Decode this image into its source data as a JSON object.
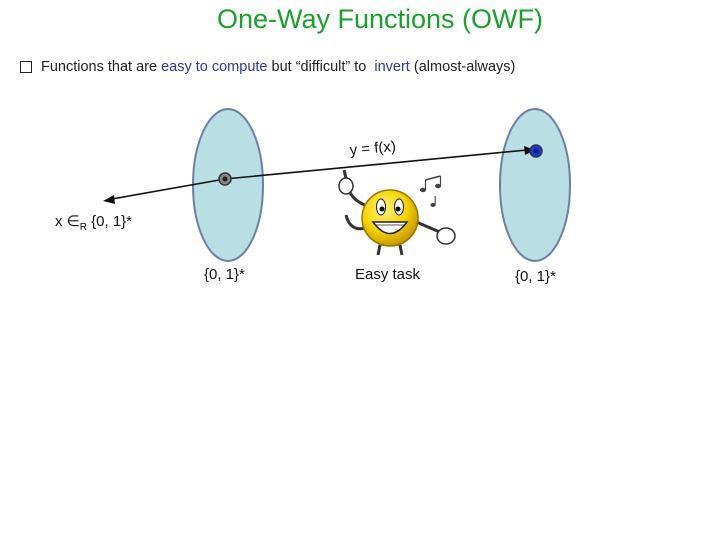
{
  "slide": {
    "title": "One-Way Functions (OWF)",
    "bullet": {
      "part1": "Functions that are ",
      "easy": "easy to compute",
      "part2": " but “difficult” to ",
      "invert": "invert",
      "part3": " (almost-always)"
    }
  },
  "diagram": {
    "arrow_label": "y = f(x)",
    "input_label": "x ∈",
    "input_sub": "R",
    "input_set": " {0, 1}*",
    "domain_label": "{0, 1}*",
    "range_label": "{0, 1}*",
    "easy_label": "Easy task",
    "colors": {
      "ellipse_fill": "#b9dfe4",
      "ellipse_stroke": "#6b7fa8",
      "title_green": "#1aa12a",
      "highlight_blue": "#2b3aa0",
      "target_point": "#1f35d6"
    },
    "icons": [
      "smiley-pointing-icon",
      "music-notes-icon"
    ]
  }
}
